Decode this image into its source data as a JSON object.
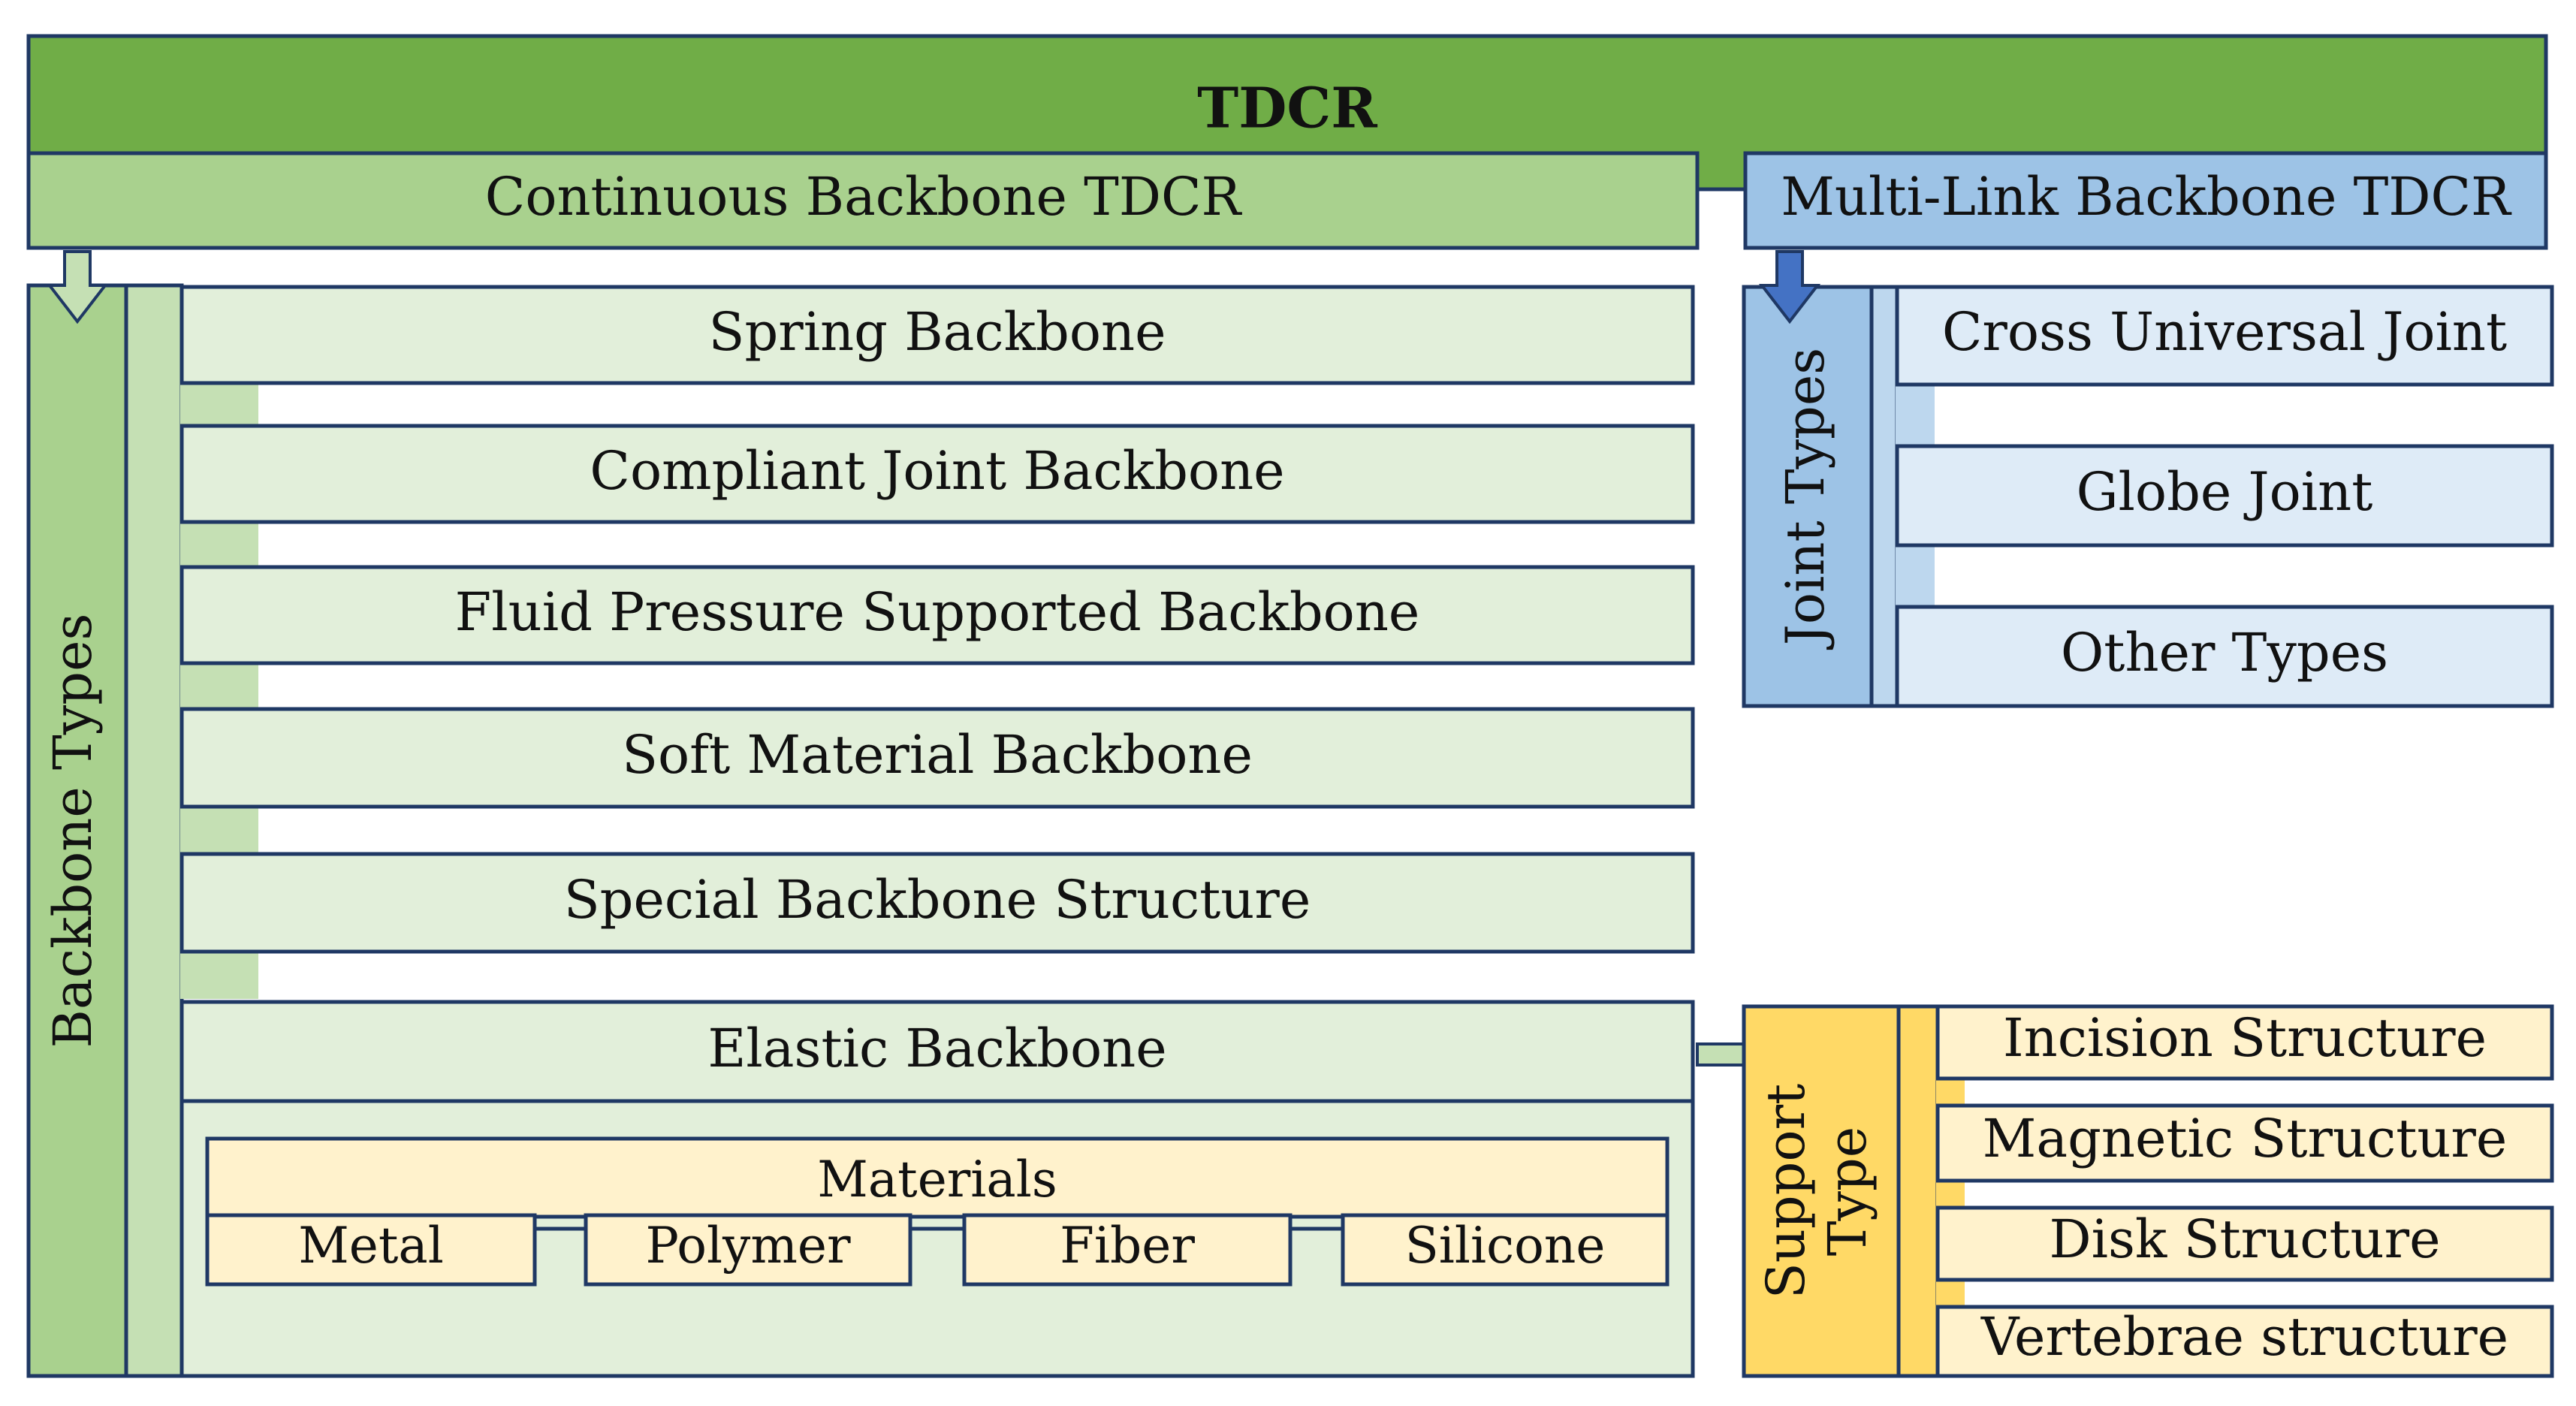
{
  "root": {
    "title": "TDCR"
  },
  "continuous": {
    "title": "Continuous Backbone TDCR",
    "side_label": "Backbone Types",
    "items": [
      "Spring Backbone",
      "Compliant Joint Backbone",
      "Fluid Pressure Supported Backbone",
      "Soft Material Backbone",
      "Special Backbone Structure"
    ],
    "elastic": {
      "title": "Elastic Backbone",
      "materials_label": "Materials",
      "materials": [
        "Metal",
        "Polymer",
        "Fiber",
        "Silicone"
      ]
    }
  },
  "multilink": {
    "title": "Multi-Link Backbone TDCR",
    "side_label": "Joint Types",
    "items": [
      "Cross Universal Joint",
      "Globe Joint",
      "Other Types"
    ]
  },
  "support": {
    "side_label_line1": "Support",
    "side_label_line2": "Type",
    "items": [
      "Incision Structure",
      "Magnetic Structure",
      "Disk Structure",
      "Vertebrae structure"
    ]
  },
  "colors": {
    "dark_green": "#70ad47",
    "mid_green": "#a9d18e",
    "light_green": "#e2efda",
    "blue": "#9dc3e6",
    "light_blue": "#deebf7",
    "yellow": "#ffd966",
    "light_yellow": "#fff2cc",
    "outline": "#1f3864"
  }
}
